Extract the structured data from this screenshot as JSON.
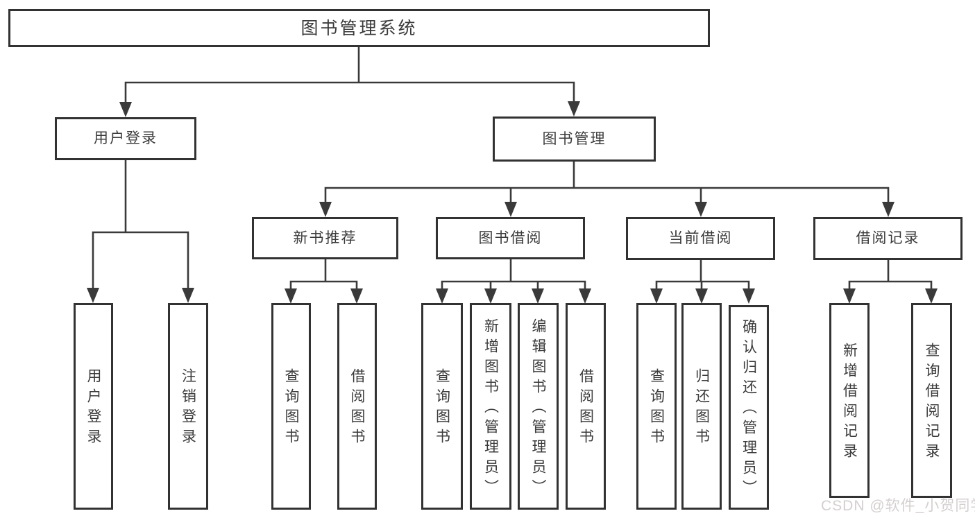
{
  "tree": {
    "label": "图书管理系统",
    "children": [
      {
        "label": "用户登录",
        "children": [
          {
            "label": "用户登录"
          },
          {
            "label": "注销登录"
          }
        ]
      },
      {
        "label": "图书管理",
        "children": [
          {
            "label": "新书推荐",
            "children": [
              {
                "label": "查询图书"
              },
              {
                "label": "借阅图书"
              }
            ]
          },
          {
            "label": "图书借阅",
            "children": [
              {
                "label": "查询图书"
              },
              {
                "label": "新增图书（管理员）"
              },
              {
                "label": "编辑图书（管理员）"
              },
              {
                "label": "借阅图书"
              }
            ]
          },
          {
            "label": "当前借阅",
            "children": [
              {
                "label": "查询图书"
              },
              {
                "label": "归还图书"
              },
              {
                "label": "确认归还（管理员）"
              }
            ]
          },
          {
            "label": "借阅记录",
            "children": [
              {
                "label": "新增借阅记录"
              },
              {
                "label": "查询借阅记录"
              }
            ]
          }
        ]
      }
    ]
  },
  "watermark": {
    "text": "CSDN @软件_小贺同学"
  },
  "colors": {
    "line": "#3a3a3a",
    "box_border": "#323232",
    "text": "#3b3b3b",
    "background": "#ffffff",
    "watermark": "#d2cccc"
  }
}
